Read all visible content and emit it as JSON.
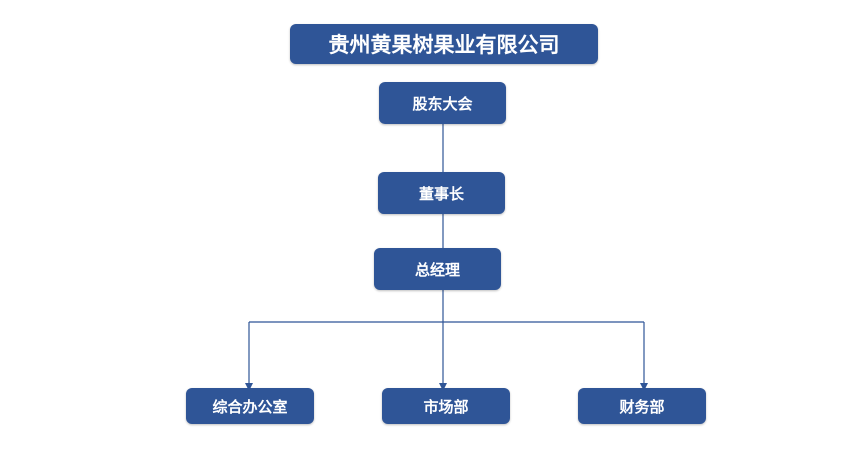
{
  "title": "贵州黄果树果业有限公司",
  "nodes": {
    "shareholders": "股东大会",
    "chairman": "董事长",
    "general_manager": "总经理",
    "general_office": "综合办公室",
    "marketing": "市场部",
    "finance": "财务部"
  },
  "colors": {
    "box_fill": "#2f5597",
    "connector": "#2f5597",
    "text": "#ffffff"
  }
}
